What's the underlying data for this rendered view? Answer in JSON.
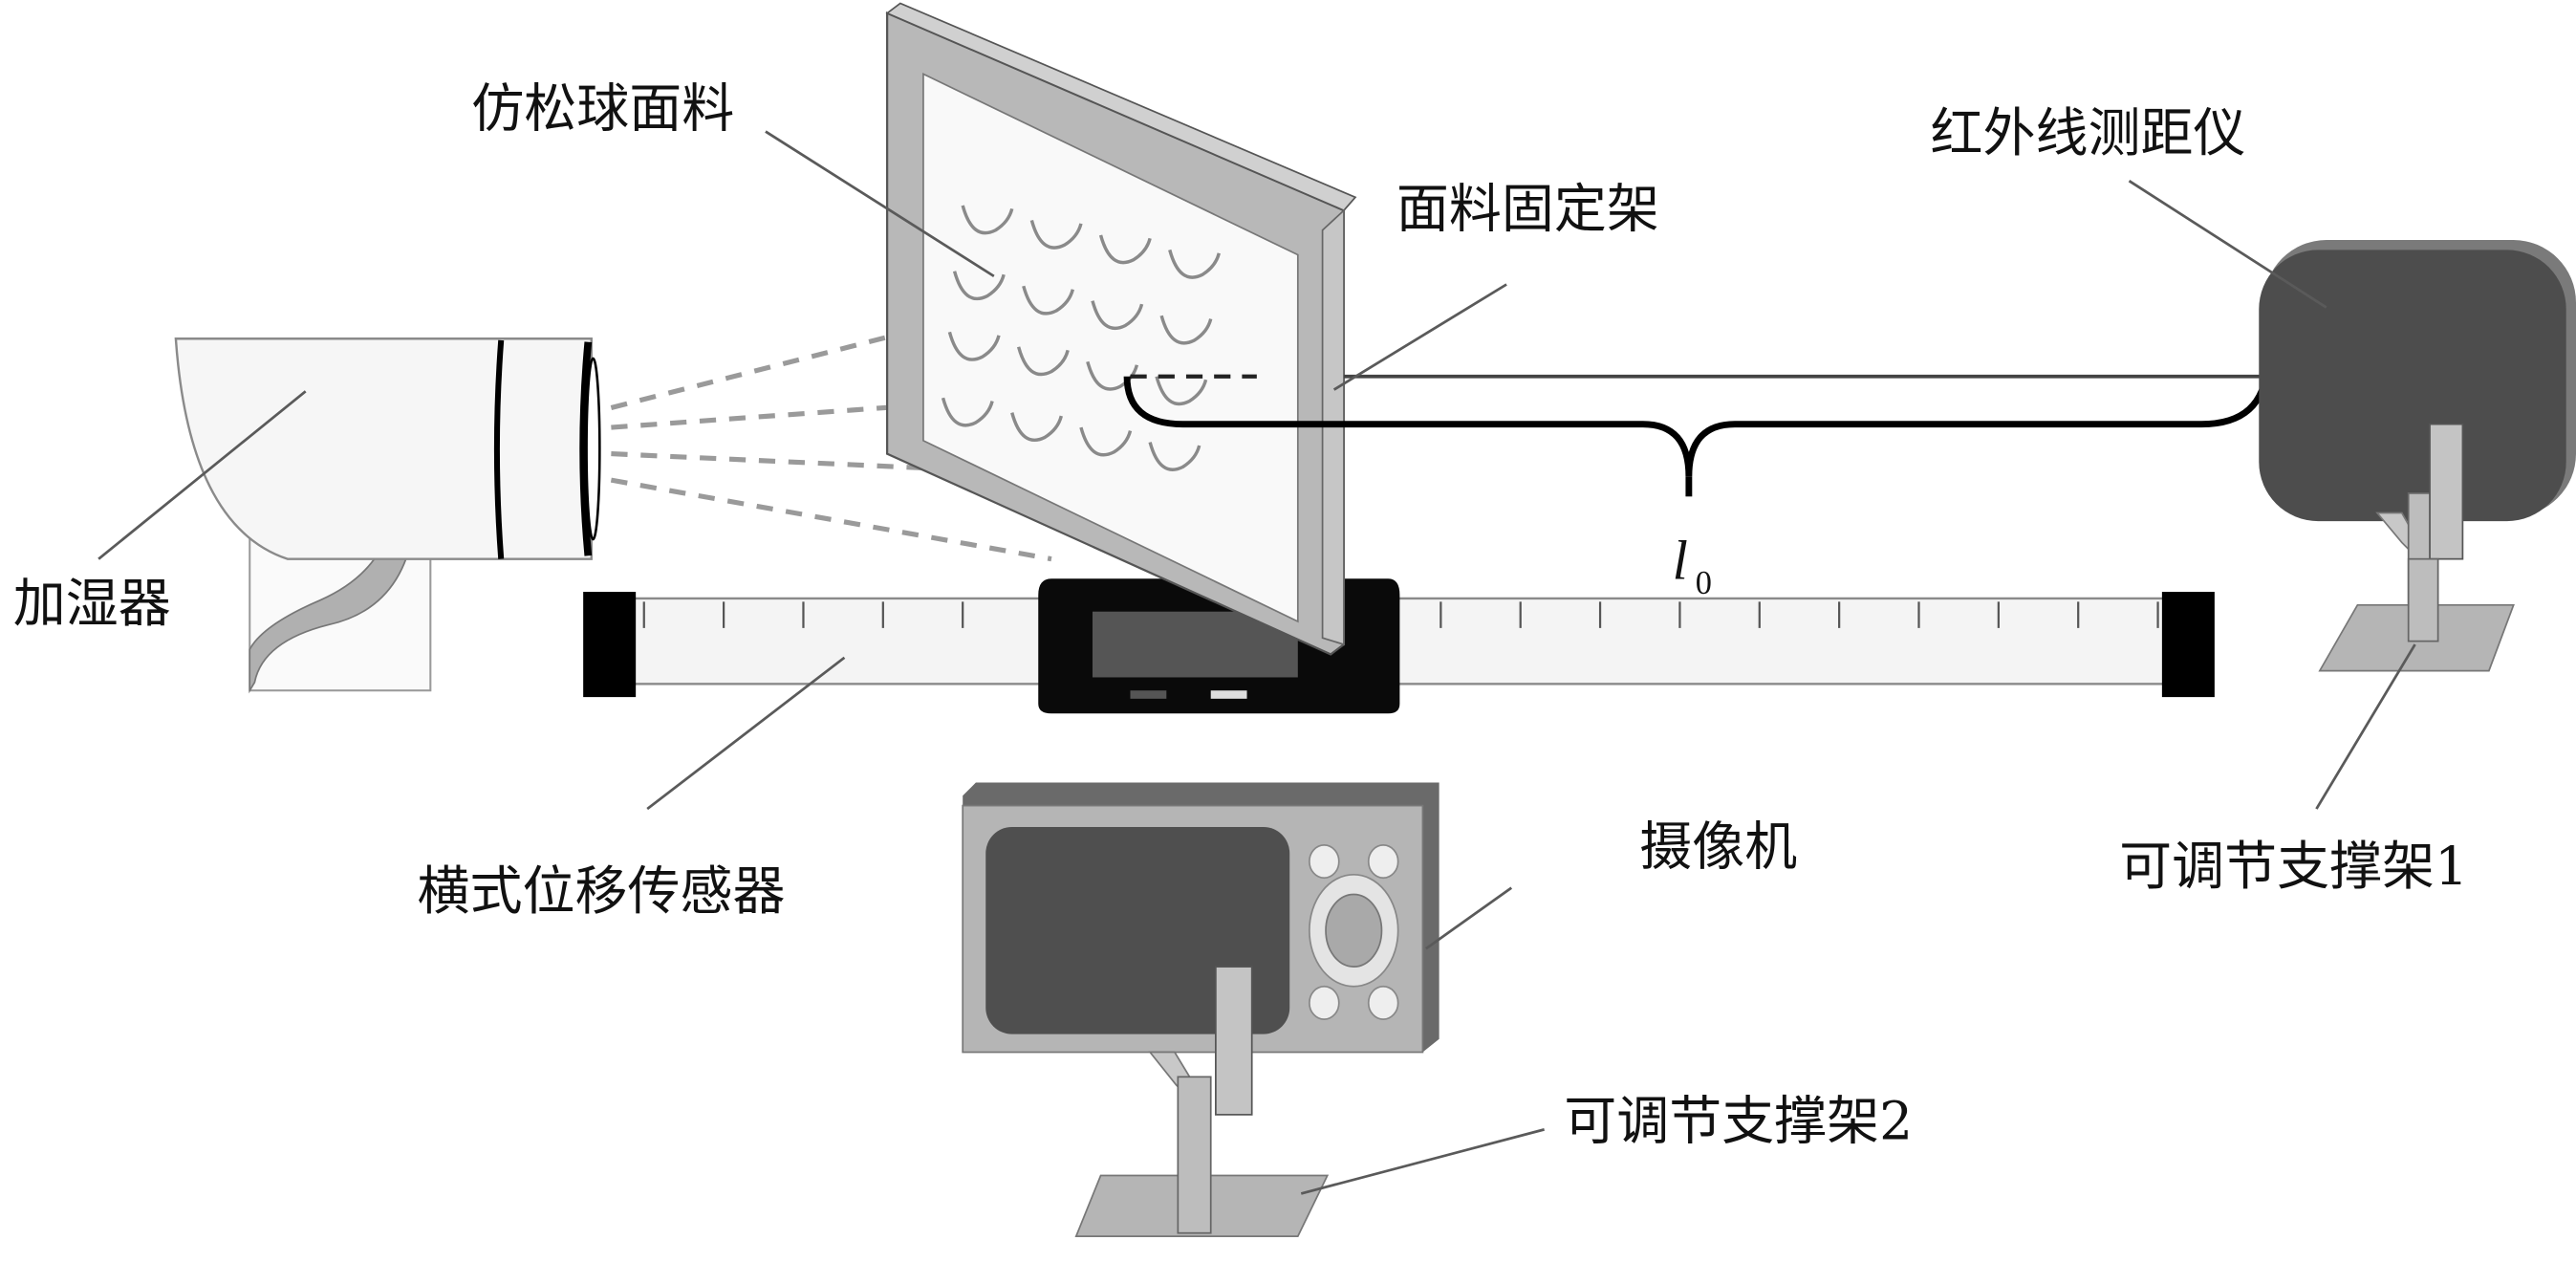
{
  "diagram": {
    "type": "experimental-apparatus-schematic",
    "labels": {
      "fabric": "仿松球面料",
      "fabric_holder": "面料固定架",
      "ir_rangefinder": "红外线测距仪",
      "humidifier": "加湿器",
      "displacement_sensor": "横式位移传感器",
      "camera": "摄像机",
      "support_1": "可调节支撑架1",
      "support_2": "可调节支撑架2"
    },
    "distance_symbol": {
      "base": "l",
      "subscript": "0"
    },
    "colors": {
      "frame": "#b5b5b5",
      "dark_device": "#4d4d4d",
      "ruler_body": "#f4f4f4",
      "end_caps": "#000000",
      "stand": "#bdbdbd"
    }
  }
}
